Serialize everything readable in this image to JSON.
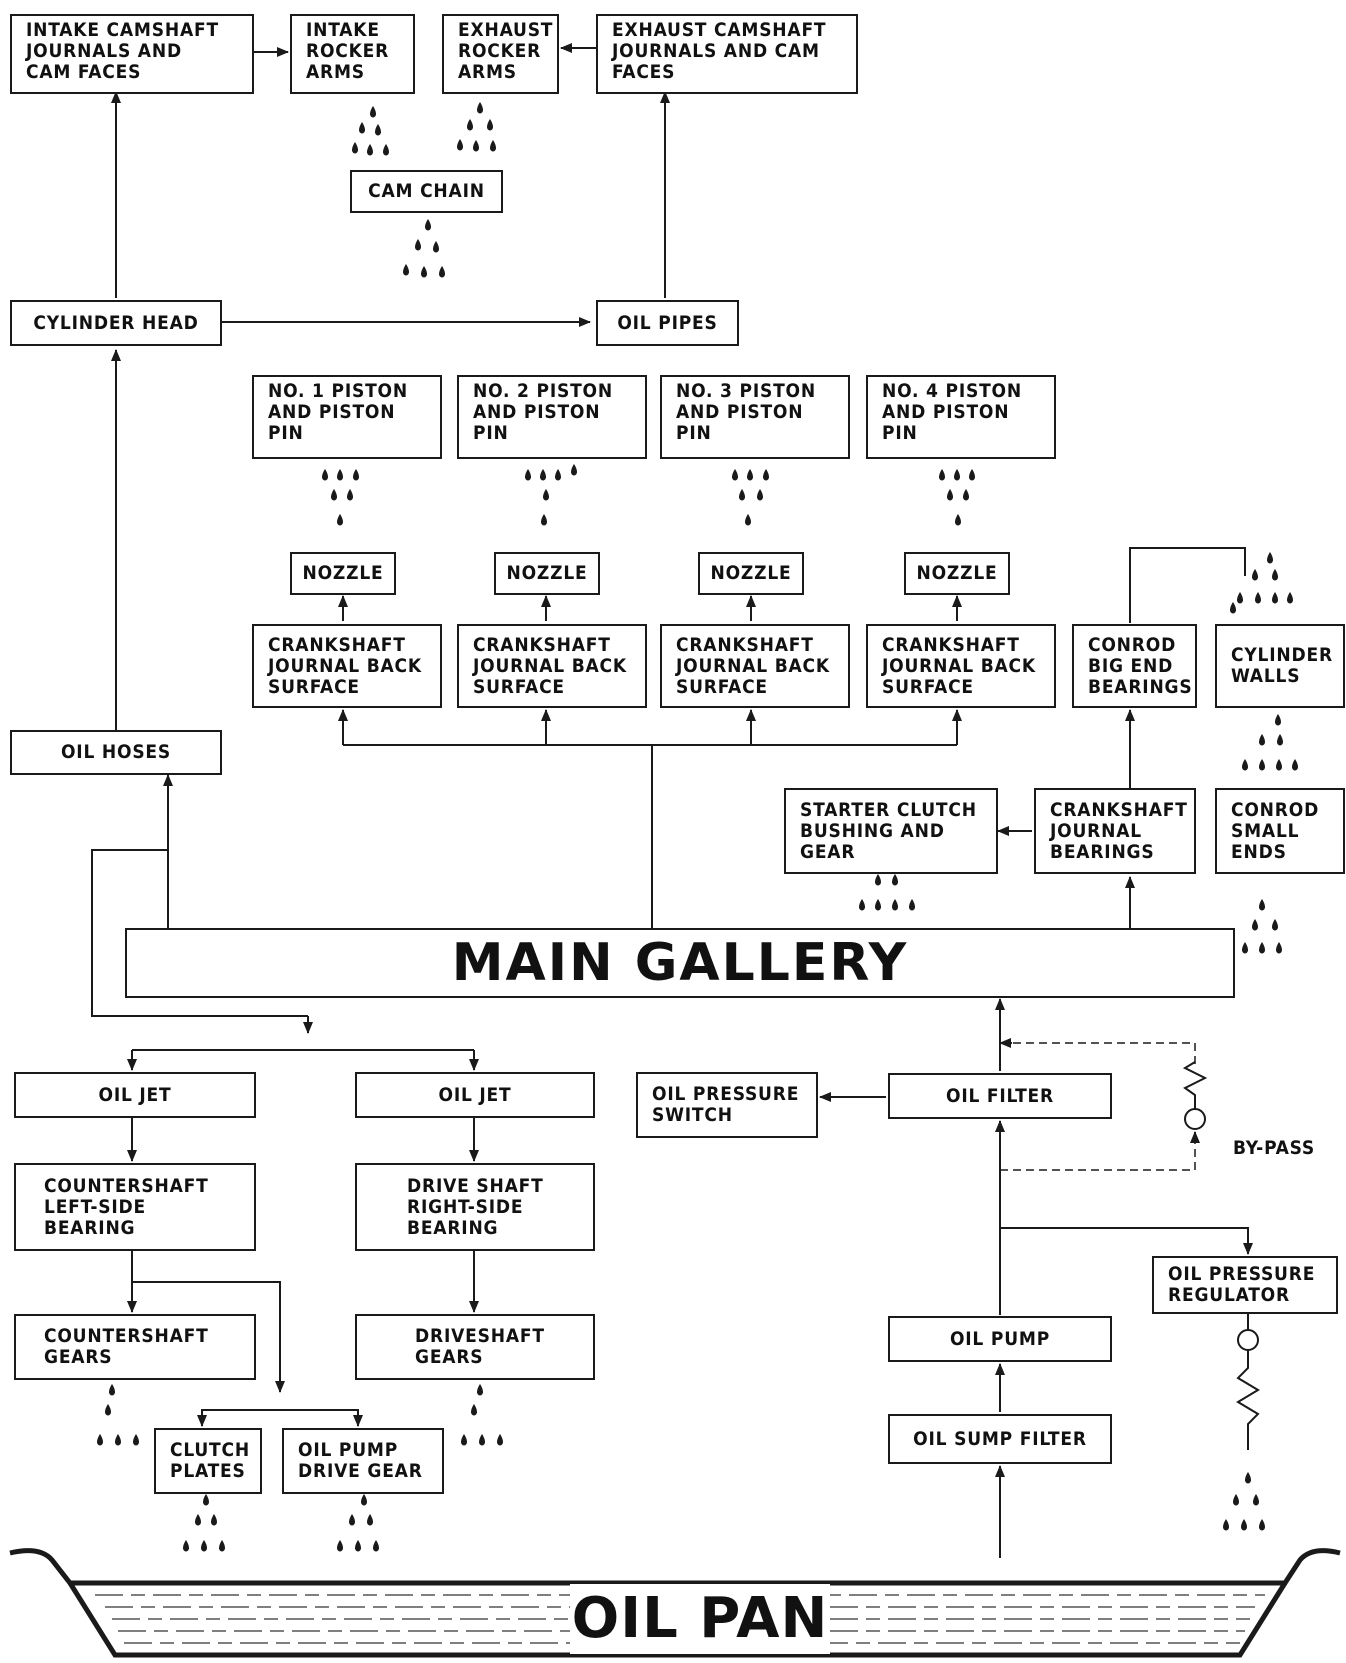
{
  "nodes": {
    "intake_camshaft": "INTAKE CAMSHAFT\nJOURNALS AND\nCAM FACES",
    "intake_rocker": "INTAKE\nROCKER\nARMS",
    "exhaust_rocker": "EXHAUST\nROCKER\nARMS",
    "exhaust_camshaft": "EXHAUST CAMSHAFT\nJOURNALS AND CAM\nFACES",
    "cam_chain": "CAM CHAIN",
    "cylinder_head": "CYLINDER HEAD",
    "oil_pipes": "OIL PIPES",
    "piston1": "NO. 1 PISTON\nAND PISTON\nPIN",
    "piston2": "NO. 2 PISTON\nAND PISTON\nPIN",
    "piston3": "NO. 3 PISTON\nAND PISTON\nPIN",
    "piston4": "NO. 4 PISTON\nAND PISTON\nPIN",
    "nozzle1": "NOZZLE",
    "nozzle2": "NOZZLE",
    "nozzle3": "NOZZLE",
    "nozzle4": "NOZZLE",
    "crank_back1": "CRANKSHAFT\nJOURNAL BACK\nSURFACE",
    "crank_back2": "CRANKSHAFT\nJOURNAL BACK\nSURFACE",
    "crank_back3": "CRANKSHAFT\nJOURNAL BACK\nSURFACE",
    "crank_back4": "CRANKSHAFT\nJOURNAL BACK\nSURFACE",
    "conrod_big": "CONROD\nBIG END\nBEARINGS",
    "cylinder_walls": "CYLINDER\nWALLS",
    "oil_hoses": "OIL HOSES",
    "starter_clutch": "STARTER CLUTCH\nBUSHING AND\nGEAR",
    "crank_journal": "CRANKSHAFT\nJOURNAL\nBEARINGS",
    "conrod_small": "CONROD\nSMALL\nENDS",
    "main_gallery": "MAIN GALLERY",
    "oil_jet_left": "OIL JET",
    "oil_jet_right": "OIL JET",
    "oil_pressure_switch": "OIL PRESSURE\nSWITCH",
    "oil_filter": "OIL FILTER",
    "bypass": "BY-PASS",
    "countershaft_bearing": "COUNTERSHAFT\nLEFT-SIDE\nBEARING",
    "driveshaft_bearing": "DRIVE SHAFT\nRIGHT-SIDE\nBEARING",
    "oil_pressure_regulator": "OIL PRESSURE\nREGULATOR",
    "countershaft_gears": "COUNTERSHAFT\nGEARS",
    "driveshaft_gears": "DRIVESHAFT\nGEARS",
    "oil_pump": "OIL PUMP",
    "clutch_plates": "CLUTCH\nPLATES",
    "oil_pump_drive": "OIL PUMP\nDRIVE GEAR",
    "oil_sump_filter": "OIL SUMP FILTER",
    "oil_pan": "OIL PAN"
  }
}
